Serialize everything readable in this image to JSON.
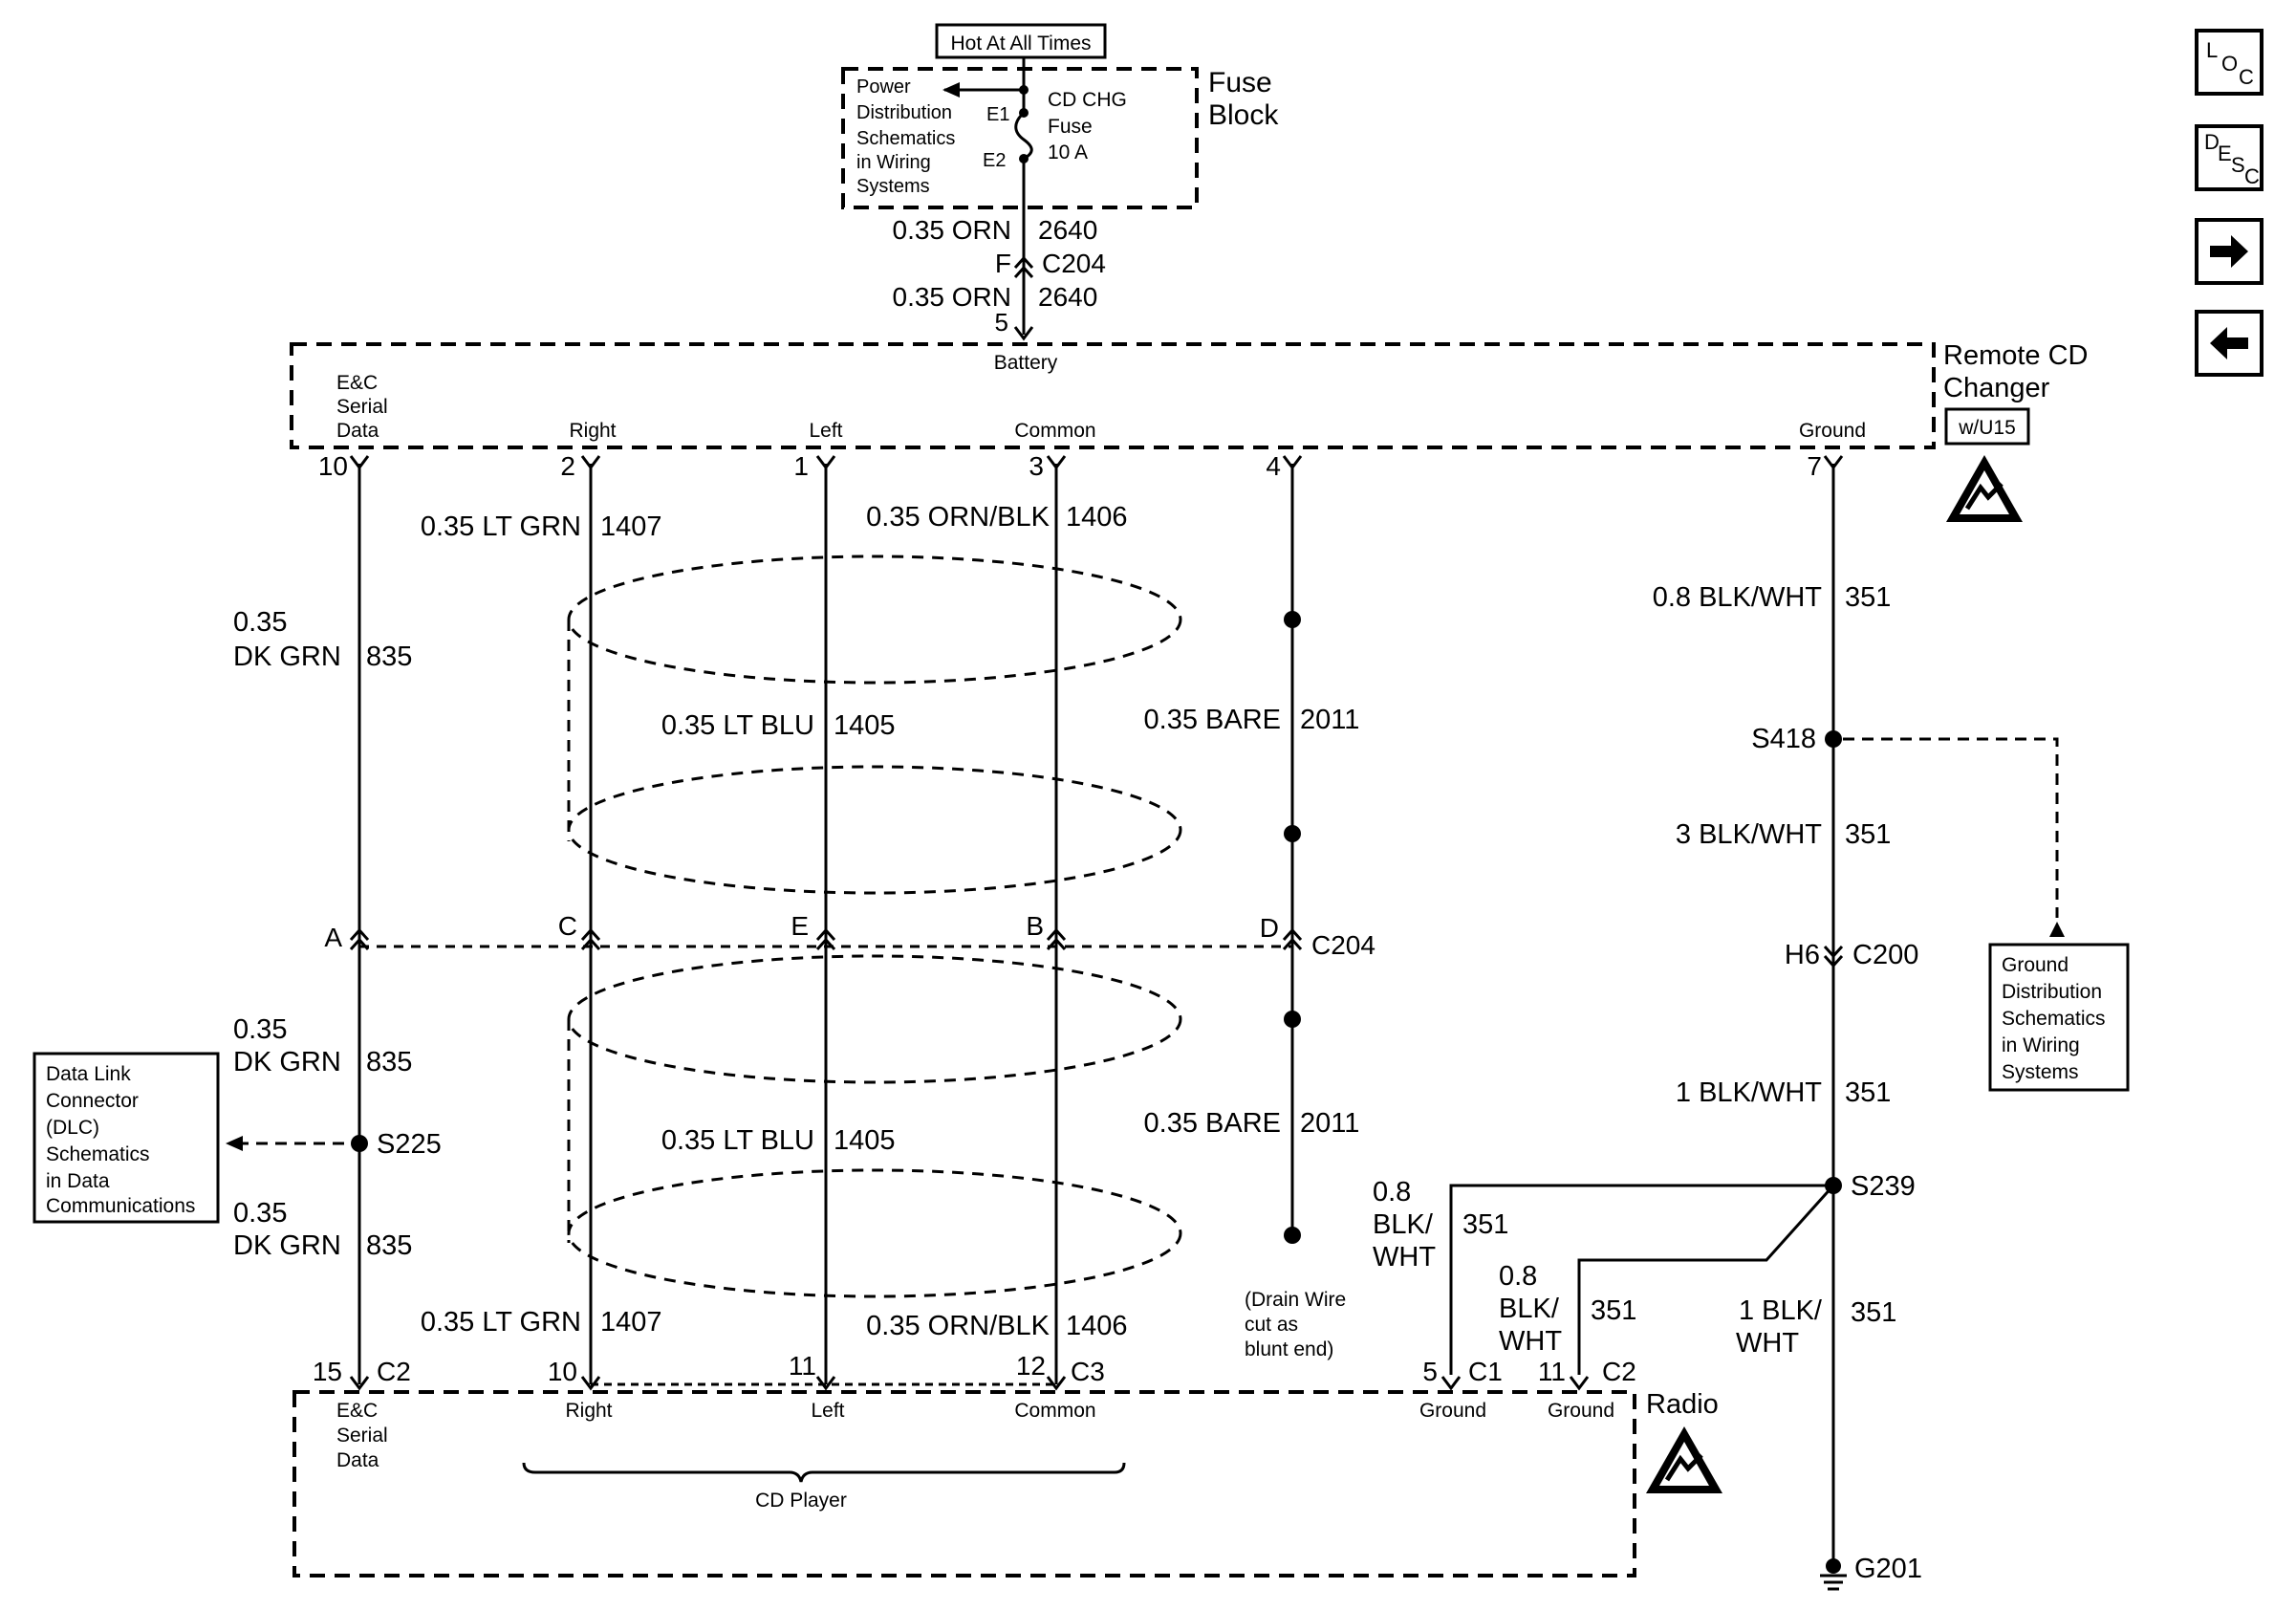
{
  "hot_label": "Hot At All Times",
  "fuse_block": {
    "title_line1": "Fuse",
    "title_line2": "Block",
    "power_ref": [
      "Power",
      "Distribution",
      "Schematics",
      "in Wiring",
      "Systems"
    ],
    "term_e1": "E1",
    "term_e2": "E2",
    "fuse_line1": "CD CHG",
    "fuse_line2": "Fuse",
    "fuse_line3": "10 A"
  },
  "feed": {
    "wire_upper": "0.35 ORN",
    "circuit_upper": "2640",
    "conn_pin": "F",
    "conn_name": "C204",
    "wire_lower": "0.35 ORN",
    "circuit_lower": "2640",
    "cd_pin": "5"
  },
  "cd_changer": {
    "title_line1": "Remote CD",
    "title_line2": "Changer",
    "option": "w/U15",
    "battery": "Battery",
    "serial": [
      "E&C",
      "Serial",
      "Data"
    ],
    "right": "Right",
    "left": "Left",
    "common": "Common",
    "ground": "Ground",
    "pins": [
      "10",
      "2",
      "1",
      "3",
      "4",
      "7"
    ]
  },
  "wires": {
    "serial_upper": [
      "0.35",
      "DK GRN",
      "835"
    ],
    "right_upper": [
      "0.35 LT GRN",
      "1407"
    ],
    "left_common_upper": [
      "0.35 ORN/BLK",
      "1406"
    ],
    "left_upper": [
      "0.35 LT BLU",
      "1405"
    ],
    "drain_upper": [
      "0.35 BARE",
      "2011"
    ],
    "serial_mid": [
      "0.35",
      "DK GRN",
      "835"
    ],
    "serial_lower": [
      "0.35",
      "DK GRN",
      "835"
    ],
    "left_lower": [
      "0.35 LT BLU",
      "1405"
    ],
    "drain_lower": [
      "0.35 BARE",
      "2011"
    ],
    "right_lower": [
      "0.35 LT GRN",
      "1407"
    ],
    "common_lower": [
      "0.35 ORN/BLK",
      "1406"
    ],
    "drain_note": [
      "(Drain Wire",
      "cut as",
      "blunt end)"
    ]
  },
  "c204": {
    "name": "C204",
    "pins": [
      "A",
      "C",
      "E",
      "B",
      "D"
    ]
  },
  "ground_path": {
    "w1": [
      "0.8 BLK/WHT",
      "351"
    ],
    "s418": "S418",
    "w2": [
      "3 BLK/WHT",
      "351"
    ],
    "h6": "H6",
    "c200": "C200",
    "w3": [
      "1 BLK/WHT",
      "351"
    ],
    "s239": "S239",
    "w_radio_c1": [
      "0.8",
      "BLK/",
      "WHT",
      "351"
    ],
    "w_radio_c2": [
      "0.8",
      "BLK/",
      "WHT",
      "351"
    ],
    "w_g201": [
      "1 BLK/",
      "WHT",
      "351"
    ],
    "g201": "G201",
    "gnd_ref": [
      "Ground",
      "Distribution",
      "Schematics",
      "in Wiring",
      "Systems"
    ]
  },
  "dlc": {
    "splice": "S225",
    "ref": [
      "Data Link",
      "Connector",
      "(DLC)",
      "Schematics",
      "in Data",
      "Communications"
    ]
  },
  "radio": {
    "title": "Radio",
    "serial": [
      "E&C",
      "Serial",
      "Data"
    ],
    "right": "Right",
    "left": "Left",
    "common": "Common",
    "ground1": "Ground",
    "ground2": "Ground",
    "cd_player": "CD Player",
    "pin_serial": "15",
    "conn_serial": "C2",
    "pin_right": "10",
    "pin_left": "11",
    "pin_common": "12",
    "conn_cd": "C3",
    "pin_g1": "5",
    "conn_g1": "C1",
    "pin_g2": "11",
    "conn_g2": "C2"
  },
  "nav": {
    "loc": [
      "L",
      "O",
      "C"
    ],
    "desc": [
      "D",
      "E",
      "S",
      "C"
    ]
  }
}
